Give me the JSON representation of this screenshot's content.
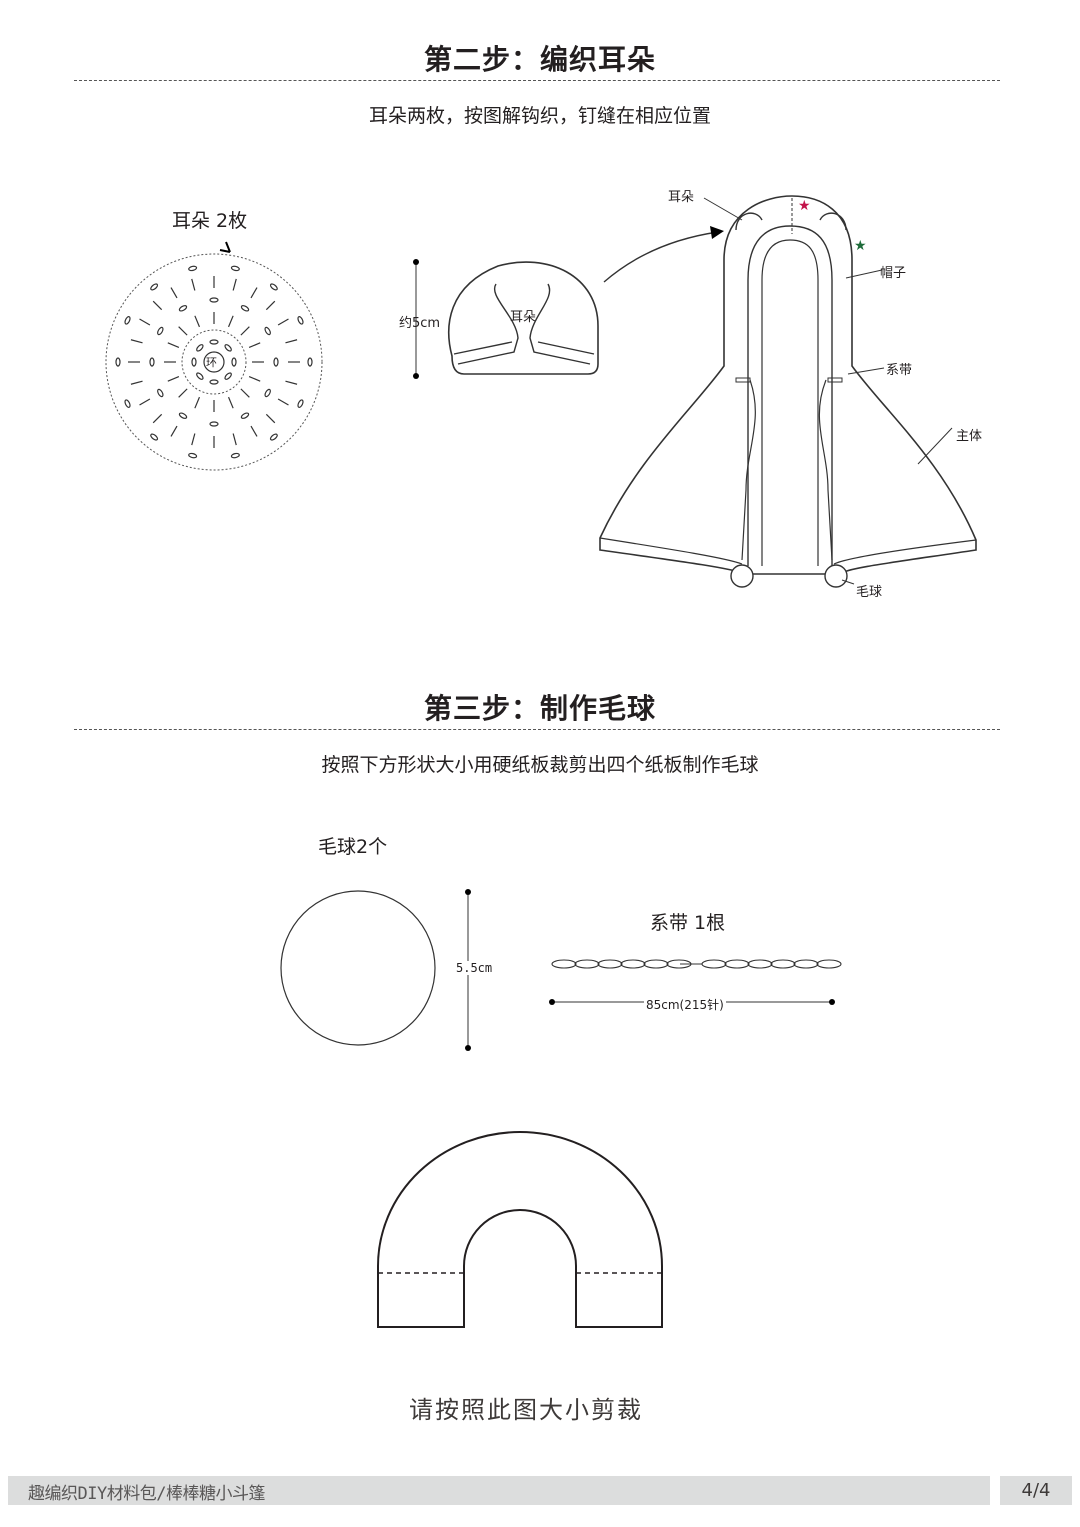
{
  "step2": {
    "title": "第二步：编织耳朵",
    "subtitle": "耳朵两枚，按图解钩织，钉缝在相应位置",
    "chart_label": "耳朵 2枚",
    "ring_label": "环",
    "size_label": "约5cm",
    "ear_label": "耳朵",
    "callouts": {
      "ear": "耳朵",
      "hood": "帽子",
      "tie": "系带",
      "body": "主体",
      "pompom": "毛球"
    },
    "star_colors": [
      "#c3134a",
      "#1e6b3a"
    ]
  },
  "step3": {
    "title": "第三步：制作毛球",
    "subtitle": "按照下方形状大小用硬纸板裁剪出四个纸板制作毛球",
    "pompom_label": "毛球2个",
    "diameter_label": "5.5cm",
    "tie_label": "系带 1根",
    "tie_length_label": "85cm(215针)",
    "template_caption": "请按照此图大小剪裁"
  },
  "footer": {
    "left_text": "趣编织DIY材料包/棒棒糖小斗篷",
    "page": "4/4"
  }
}
